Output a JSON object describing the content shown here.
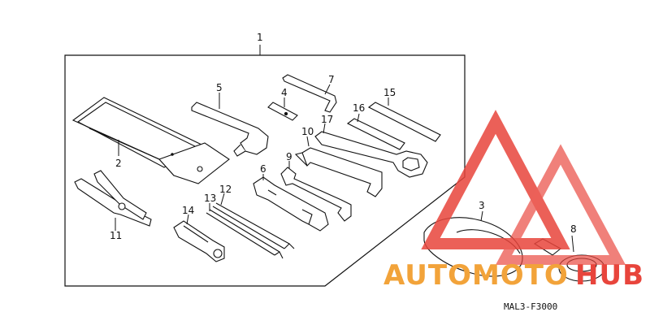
{
  "diagram": {
    "callouts": {
      "c1": "1",
      "c2": "2",
      "c3": "3",
      "c4": "4",
      "c5": "5",
      "c6": "6",
      "c7": "7",
      "c8": "8",
      "c9": "9",
      "c10": "10",
      "c11": "11",
      "c12": "12",
      "c13": "13",
      "c14": "14",
      "c15": "15",
      "c16": "16",
      "c17": "17"
    },
    "drawing_code": "MAL3-F3000"
  },
  "watermark": {
    "text_part1": "AUTOMOTO",
    "text_part2": "HUB",
    "color_red": "#e8453c",
    "color_orange": "#f2a33a"
  }
}
